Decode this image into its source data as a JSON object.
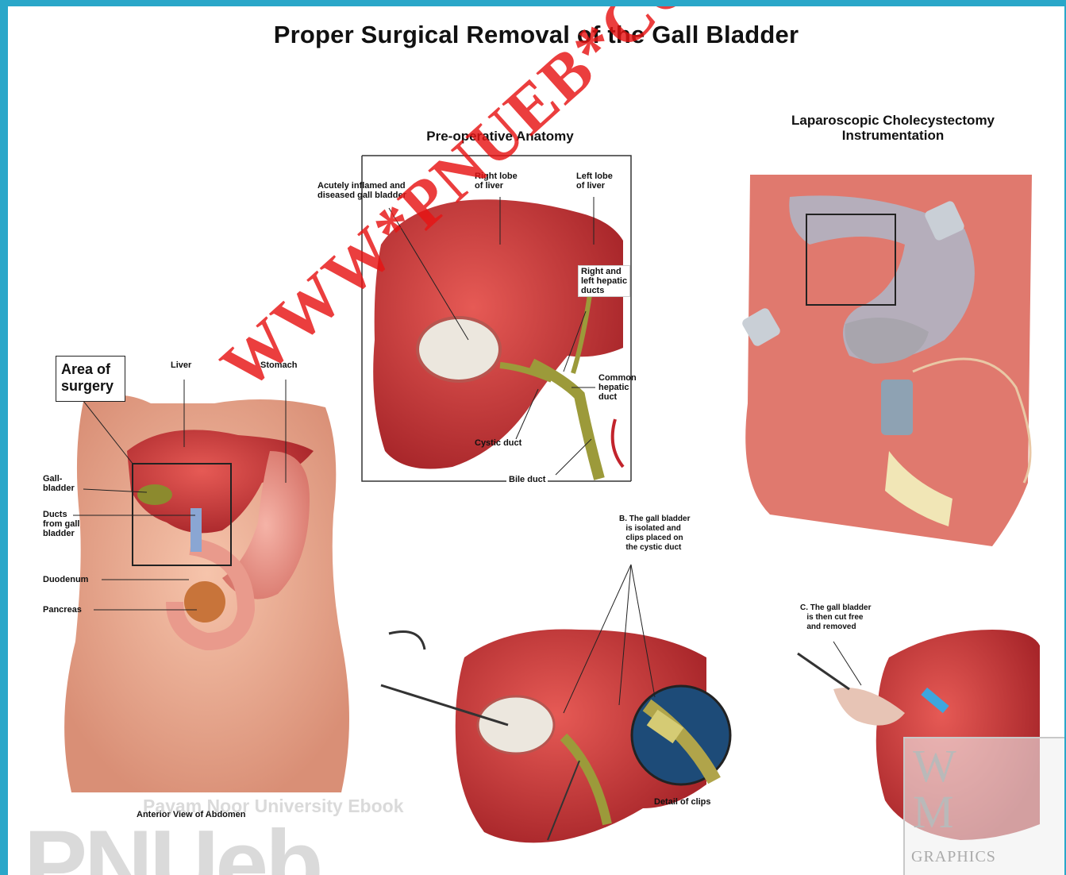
{
  "title": "Proper Surgical Removal of the Gall Bladder",
  "headings": {
    "preop": "Pre-operative Anatomy",
    "lap": "Laparoscopic Cholecystectomy\nInstrumentation"
  },
  "abdomen": {
    "area_of_surgery": "Area of\nsurgery",
    "liver": "Liver",
    "stomach": "Stomach",
    "gallbladder": "Gall-\nbladder",
    "ducts": "Ducts\nfrom gall\nbladder",
    "duodenum": "Duodenum",
    "pancreas": "Pancreas",
    "caption": "Anterior View of Abdomen"
  },
  "preop_labels": {
    "inflamed": "Acutely inflamed and\ndiseased gall bladder",
    "right_lobe": "Right lobe\nof liver",
    "left_lobe": "Left lobe\nof liver",
    "hepatic_ducts": "Right and\nleft hepatic\nducts",
    "common_hepatic": "Common\nhepatic\nduct",
    "cystic_duct": "Cystic duct",
    "bile_duct": "Bile duct"
  },
  "step_b": {
    "text": "B. The gall bladder\n   is isolated and\n   clips placed on\n   the cystic duct",
    "detail": "Detail of clips"
  },
  "step_c": {
    "text": "C. The gall bladder\n   is then cut free\n   and removed"
  },
  "watermarks": {
    "site": "WWW*PNUEB*COM",
    "university": "Payam Noor University Ebook",
    "logo": "PNUeb",
    "wma": "GRAPHICS"
  },
  "colors": {
    "frame": "#2aa7c9",
    "liver": "#d23a3a",
    "liver_dark": "#a21f24",
    "skin": "#f1b39a",
    "bile": "#9c9a3a",
    "watermark": "#e61414"
  }
}
